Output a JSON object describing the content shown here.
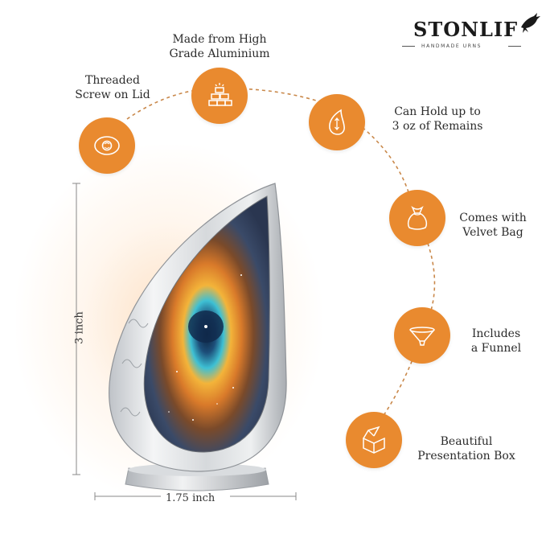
{
  "brand": {
    "name": "STONLIF",
    "tagline": "HANDMADE URNS"
  },
  "colors": {
    "badge": "#e98a2f",
    "dashed_curve": "#c9884a",
    "text": "#2b2b2b"
  },
  "features": [
    {
      "id": "lid",
      "icon": "screw-lid-icon",
      "lines": [
        "Threaded",
        "Screw on Lid"
      ]
    },
    {
      "id": "material",
      "icon": "aluminium-bars-icon",
      "lines": [
        "Made from High",
        "Grade Aluminium"
      ]
    },
    {
      "id": "capacity",
      "icon": "urn-capacity-icon",
      "lines": [
        "Can Hold up to",
        "3 oz of Remains"
      ]
    },
    {
      "id": "bag",
      "icon": "velvet-bag-icon",
      "lines": [
        "Comes with",
        "Velvet Bag"
      ]
    },
    {
      "id": "funnel",
      "icon": "funnel-icon",
      "lines": [
        "Includes",
        "a Funnel"
      ]
    },
    {
      "id": "box",
      "icon": "presentation-box-icon",
      "lines": [
        "Beautiful",
        "Presentation Box"
      ]
    }
  ],
  "dimensions": {
    "height": "3 inch",
    "width": "1.75 inch"
  }
}
